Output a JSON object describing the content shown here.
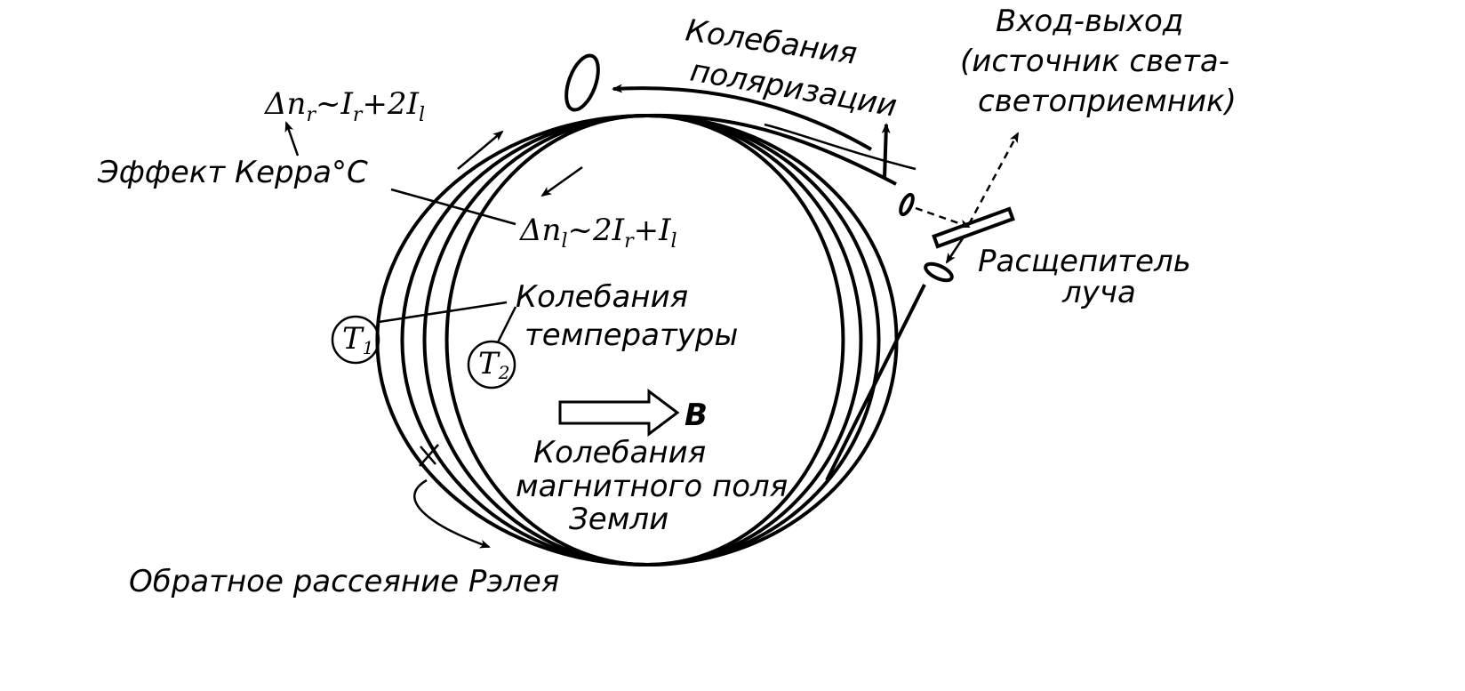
{
  "diagram": {
    "labels": {
      "polarization": [
        "Колебания",
        "поляризации"
      ],
      "io": [
        "Вход-выход",
        "(источник света-",
        "светоприемник)"
      ],
      "splitter": [
        "Расщепитель",
        "луча"
      ],
      "kerr": "Эффект Керра°C",
      "dn_r": "Δn",
      "dn_r_sub": "r",
      "dn_r_rhs": "~I",
      "dn_r_rhs_sub": "r",
      "dn_r_rhs2": "+2I",
      "dn_r_rhs2_sub": "l",
      "dn_l": "Δn",
      "dn_l_sub": "l",
      "dn_l_rhs": "~2I",
      "dn_l_rhs_sub": "r",
      "dn_l_rhs2": "+I",
      "dn_l_rhs2_sub": "l",
      "temperature": [
        "Колебания",
        "температуры"
      ],
      "t1": "T",
      "t1_sub": "1",
      "t2": "T",
      "t2_sub": "2",
      "b": "B",
      "magnetic": [
        "Колебания",
        "магнитного поля",
        "Земли"
      ],
      "rayleigh": "Обратное рассеяние Рэлея"
    }
  }
}
